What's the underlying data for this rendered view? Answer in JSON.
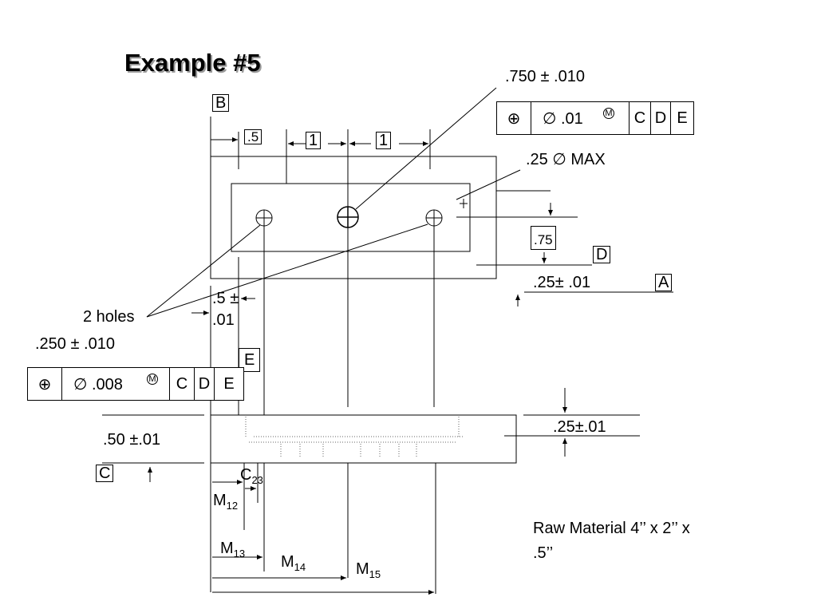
{
  "title": "Example #5",
  "datums": {
    "B": "B",
    "D": "D",
    "A": "A",
    "E": "E",
    "C": "C"
  },
  "dims": {
    "top_hole_size": ".750 ± .010",
    "basic_half": ".5",
    "basic_one_a": "1",
    "basic_one_b": "1",
    "max_callout": ".25 ∅ MAX",
    "basic_75": ".75",
    "thickness_a": ".25± .01",
    "half_tol_line1": ".5 ±",
    "half_tol_line2": ".01",
    "holes_label": "2 holes",
    "holes_size": ".250 ± .010",
    "side_50": ".50 ±.01",
    "side_25": ".25±.01"
  },
  "fcf_top": {
    "symbol": "⊕",
    "tolerance": "∅ .01",
    "modifier": "M",
    "datums": [
      "C",
      "D",
      "E"
    ]
  },
  "fcf_holes": {
    "symbol": "⊕",
    "tolerance": "∅ .008",
    "modifier": "M",
    "datums": [
      "C",
      "D",
      "E"
    ]
  },
  "machining": {
    "c23_main": "C",
    "c23_sub": "23",
    "m12_main": "M",
    "m12_sub": "12",
    "m13_main": "M",
    "m13_sub": "13",
    "m14_main": "M",
    "m14_sub": "14",
    "m15_main": "M",
    "m15_sub": "15"
  },
  "raw_material": {
    "line1": "Raw Material 4’’ x 2’’ x",
    "line2": ".5’’"
  }
}
